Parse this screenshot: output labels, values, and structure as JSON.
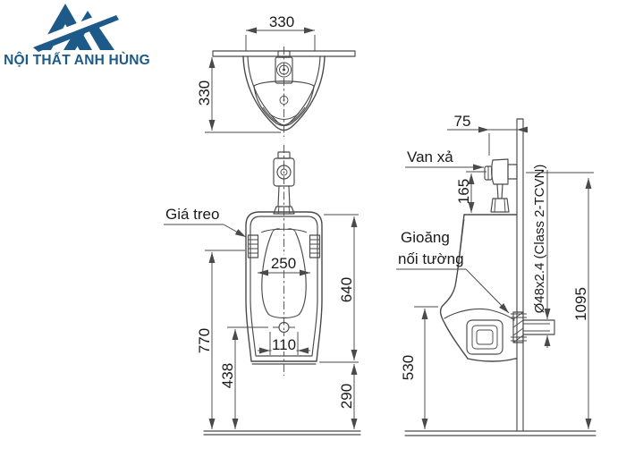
{
  "brand": {
    "name": "NỘI THẤT ANH HÙNG"
  },
  "colors": {
    "brand_blue": "#1d5a8a",
    "line": "#4a4a4a",
    "text": "#1a1a1a",
    "background": "#ffffff"
  },
  "drawing": {
    "top_view": {
      "width_dim": "330",
      "depth_dim": "330"
    },
    "front_view": {
      "bracket_label": "Giá treo",
      "bowl_width_dim": "250",
      "body_height_dim": "640",
      "rim_height_dim": "770",
      "drain_height_dim": "438",
      "drain_offset_dim": "110",
      "bottom_clearance_dim": "290"
    },
    "side_view": {
      "valve_label": "Van xả",
      "gasket_label_line1": "Gioăng",
      "gasket_label_line2": "nối tường",
      "valve_offset_dim": "75",
      "valve_height_dim": "165",
      "pipe_spec": "Ø48x2.4 (Class 2-TCVN)",
      "inlet_height_dim": "1095",
      "outlet_height_dim": "530"
    }
  }
}
